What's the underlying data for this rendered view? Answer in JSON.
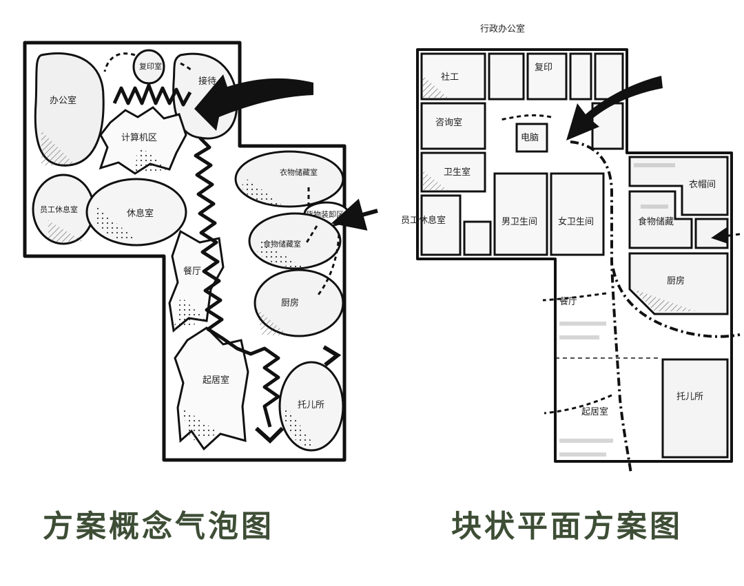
{
  "captions": {
    "left": "方案概念气泡图",
    "right": "块状平面方案图"
  },
  "bubble_diagram": {
    "rooms": {
      "copy": "复印室",
      "reception": "接待",
      "office": "办公室",
      "computer": "计算机区",
      "clothing_storage": "衣物储藏室",
      "loading": "货物装卸区",
      "food_storage": "食物储藏室",
      "staff_lounge": "员工休息室",
      "lounge": "休息室",
      "dining": "餐厅",
      "kitchen": "厨房",
      "living": "起居室",
      "nursery": "托儿所"
    }
  },
  "block_plan": {
    "header": "行政办公室",
    "rooms": {
      "social_work": "社工",
      "copy": "复印",
      "consult": "咨询室",
      "computer": "电脑",
      "health": "卫生室",
      "cloakroom": "衣帽间",
      "staff_lounge": "员工休息室",
      "mens_wc": "男卫生间",
      "womens_wc": "女卫生间",
      "food_storage": "食物储藏",
      "kitchen": "厨房",
      "dining": "餐厅",
      "living": "起居室",
      "nursery": "托儿所"
    }
  },
  "colors": {
    "ink": "#111111",
    "caption": "#3e4e36",
    "shade": "#d9d9d9"
  }
}
